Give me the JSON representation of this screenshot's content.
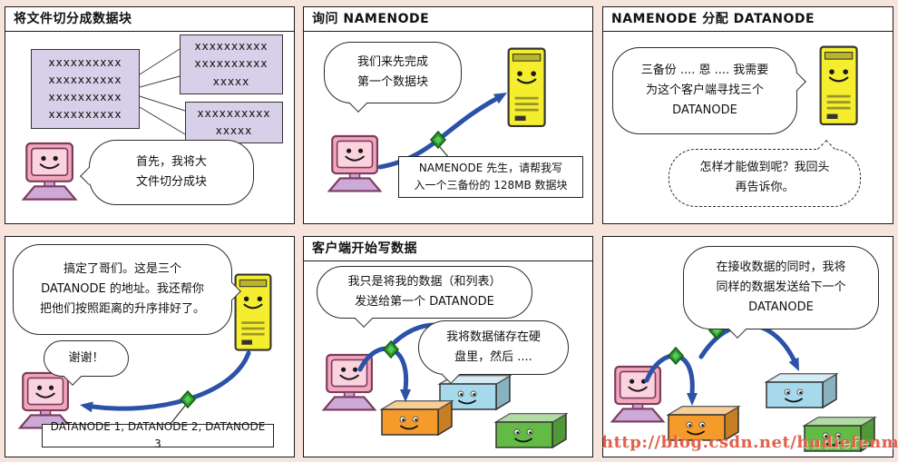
{
  "p1": {
    "title": "将文件切分成数据块",
    "big_block": "xxxxxxxxxx\nxxxxxxxxxx\nxxxxxxxxxx\nxxxxxxxxxx",
    "small_block_a": "xxxxxxxxxx\nxxxxxxxxxx\nxxxxx",
    "small_block_b": "xxxxxxxxxx\nxxxxx",
    "bubble_client": "首先，我将大\n文件切分成块"
  },
  "p2": {
    "title": "询问 NAMENODE",
    "bubble_client": "我们来先完成\n第一个数据块",
    "label_request": "NAMENODE 先生，请帮我写\n入一个三备份的 128MB 数据块"
  },
  "p3": {
    "title": "NAMENODE 分配 DATANODE",
    "bubble_namenode": "三备份 .... 恩 .... 我需要\n为这个客户端寻找三个\nDATANODE",
    "bubble_thought": "怎样才能做到呢？我回头\n再告诉你。"
  },
  "p4": {
    "bubble_namenode": "搞定了哥们。这是三个\nDATANODE 的地址。我还帮你\n把他们按照距离的升序排好了。",
    "bubble_thanks": "谢谢！",
    "label_list": "DATANODE 1, DATANODE 2, DATANODE 3"
  },
  "p5": {
    "title": "客户端开始写数据",
    "bubble_client": "我只是将我的数据（和列表）\n发送给第一个 DATANODE",
    "bubble_datanode": "我将数据储存在硬\n盘里，然后 ...."
  },
  "p6": {
    "bubble_datanode": "在接收数据的同时，我将\n同样的数据发送给下一个\nDATANODE"
  },
  "watermark": "http://blog.csdn.net/hudiefenmu",
  "icons": {
    "client": "client-computer-icon",
    "server": "namenode-server-icon",
    "datanode": "datanode-box-icon",
    "replica": "replica-diamond-icon",
    "arrow": "data-flow-arrow"
  },
  "colors": {
    "bg": "#F7E4DC",
    "arrow-blue": "#2B52A8",
    "diamond-green": "#2E9B2E",
    "datanode-orange": "#F49B2B",
    "datanode-blue": "#A6D9EC",
    "datanode-green": "#63BB45",
    "server-yellow": "#F4EE2F",
    "client-pink": "#F2A7BC",
    "block-purple": "#D8D0E8",
    "watermark-red": "#E2604C"
  }
}
